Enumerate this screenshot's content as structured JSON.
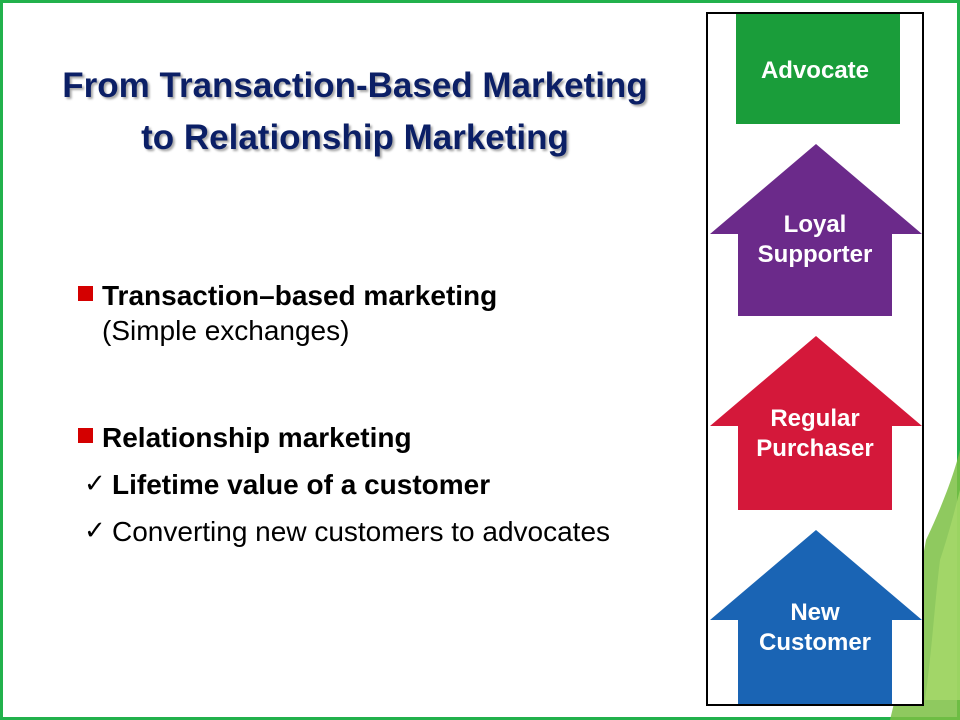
{
  "title": "From Transaction-Based Marketing to Relationship Marketing",
  "bullets": [
    {
      "label": "Transaction–based marketing",
      "detail": "(Simple exchanges)"
    },
    {
      "label": "Relationship marketing"
    }
  ],
  "sub_bullets": [
    {
      "text": "Lifetime value of a customer",
      "bold": true
    },
    {
      "text": "Converting new customers to advocates",
      "bold": false
    }
  ],
  "ladder": [
    {
      "label_line1": "Advocate",
      "label_line2": "",
      "color": "#1a9d3a"
    },
    {
      "label_line1": "Loyal",
      "label_line2": "Supporter",
      "color": "#6b2a8a"
    },
    {
      "label_line1": "Regular",
      "label_line2": "Purchaser",
      "color": "#d4183a"
    },
    {
      "label_line1": "New",
      "label_line2": "Customer",
      "color": "#1a64b4"
    }
  ],
  "colors": {
    "frame": "#22b14c",
    "title": "#0b1f66",
    "bullet_marker": "#d40000"
  }
}
